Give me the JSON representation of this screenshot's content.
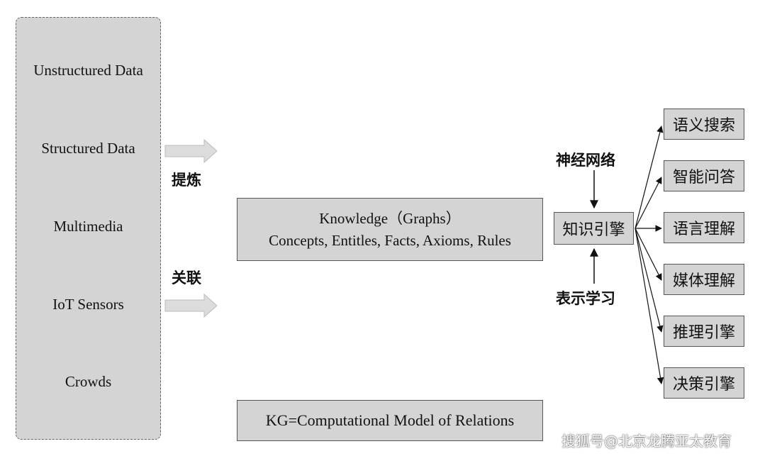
{
  "sources": {
    "items": [
      "Unstructured Data",
      "Structured Data",
      "Multimedia",
      "IoT Sensors",
      "Crowds"
    ]
  },
  "process_labels": {
    "extract": "提炼",
    "associate": "关联"
  },
  "knowledge_box": {
    "line1": "Knowledge（Graphs）",
    "line2": "Concepts, Entitles, Facts, Axioms, Rules"
  },
  "model_box": {
    "text": "KG=Computational Model of Relations"
  },
  "engine": {
    "label": "知识引擎",
    "top_input": "神经网络",
    "bottom_input": "表示学习"
  },
  "applications": [
    "语义搜索",
    "智能问答",
    "语言理解",
    "媒体理解",
    "推理引擎",
    "决策引擎"
  ],
  "watermark": "搜狐号@北京龙腾亚太教育",
  "colors": {
    "box_fill": "#d4d4d4",
    "arrow_fill": "#dcdcdc"
  }
}
